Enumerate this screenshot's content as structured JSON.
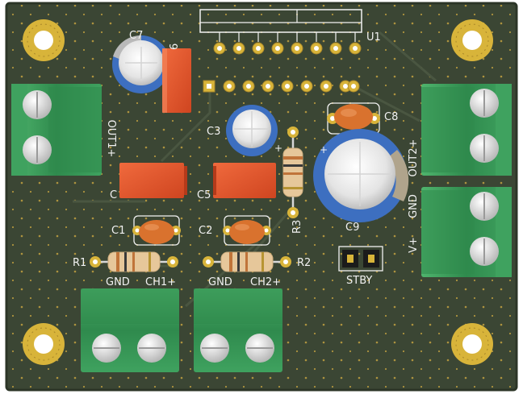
{
  "colors": {
    "board": "#3b4634",
    "board_edge": "#2c3527",
    "silkscreen": "#f2f2f2",
    "copper_gold": "#d8b43a",
    "terminal_green": "#3c9a5a",
    "capacitor_orange": "#e2532b",
    "ceramic_cap": "#d9722e",
    "electrolytic_blue": "#3d6fc0",
    "resistor_body": "#e6c79a"
  },
  "labels": {
    "u1": "U1",
    "c7": "C7",
    "c6_partial": "6",
    "c3": "C3",
    "c8": "C8",
    "c4_partial": "C",
    "c5": "C5",
    "c9": "C9",
    "r3": "R3",
    "c1": "C1",
    "c2": "C2",
    "r1": "R1",
    "r2": "R2",
    "out1_plus": "OUT1+",
    "out2_plus": "OUT2+",
    "gnd_right": "GND",
    "v_plus": "V+",
    "stby": "STBY",
    "gnd_ch1": "GND",
    "ch1_plus": "CH1+",
    "gnd_ch2": "GND",
    "ch2_plus": "CH2+",
    "plus_mark": "+"
  }
}
